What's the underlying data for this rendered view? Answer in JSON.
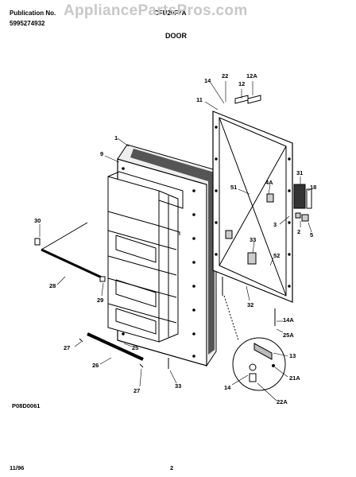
{
  "header": {
    "publication_label": "Publication No.",
    "publication_number": "5995274932",
    "model": "CFU20F7A",
    "watermark": "AppliancePartsPros.com",
    "section_title": "DOOR"
  },
  "footer": {
    "diagram_code": "P08D0061",
    "date": "11/96",
    "page_number": "2"
  },
  "callouts": [
    {
      "id": "c-14-top",
      "text": "14"
    },
    {
      "id": "c-22-top",
      "text": "22"
    },
    {
      "id": "c-12",
      "text": "12"
    },
    {
      "id": "c-12A",
      "text": "12A"
    },
    {
      "id": "c-11",
      "text": "11"
    },
    {
      "id": "c-1",
      "text": "1"
    },
    {
      "id": "c-9",
      "text": "9"
    },
    {
      "id": "c-31",
      "text": "31"
    },
    {
      "id": "c-18",
      "text": "18"
    },
    {
      "id": "c-51",
      "text": "51"
    },
    {
      "id": "c-4A",
      "text": "4A"
    },
    {
      "id": "c-3",
      "text": "3"
    },
    {
      "id": "c-2",
      "text": "2"
    },
    {
      "id": "c-5",
      "text": "5"
    },
    {
      "id": "c-30",
      "text": "30"
    },
    {
      "id": "c-33-mid",
      "text": "33"
    },
    {
      "id": "c-52",
      "text": "52"
    },
    {
      "id": "c-28",
      "text": "28"
    },
    {
      "id": "c-29",
      "text": "29"
    },
    {
      "id": "c-32",
      "text": "32"
    },
    {
      "id": "c-14A",
      "text": "14A"
    },
    {
      "id": "c-25A",
      "text": "25A"
    },
    {
      "id": "c-27-left",
      "text": "27"
    },
    {
      "id": "c-25",
      "text": "25"
    },
    {
      "id": "c-26",
      "text": "26"
    },
    {
      "id": "c-13",
      "text": "13"
    },
    {
      "id": "c-21A",
      "text": "21A"
    },
    {
      "id": "c-14-bottom",
      "text": "14"
    },
    {
      "id": "c-22A",
      "text": "22A"
    },
    {
      "id": "c-27-bottom",
      "text": "27"
    },
    {
      "id": "c-33-bottom",
      "text": "33"
    }
  ]
}
